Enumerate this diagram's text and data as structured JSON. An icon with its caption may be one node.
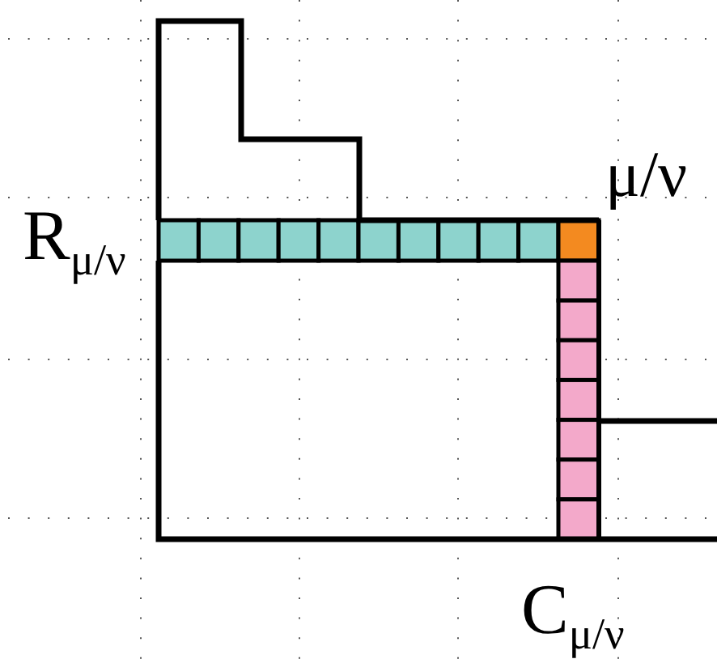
{
  "diagram": {
    "labels": [
      "R$_{μ/ν}$",
      "μ/ν",
      "C$_{μ/ν}$"
    ]
  }
}
